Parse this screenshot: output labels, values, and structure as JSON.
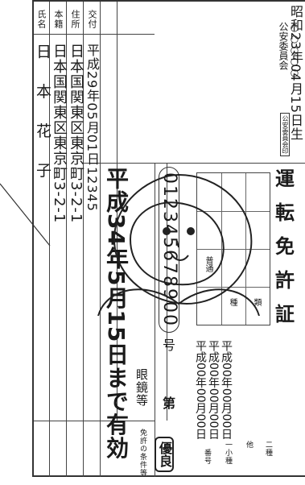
{
  "colors": {
    "ink": "#1a1a1a",
    "line": "#444444",
    "paper": "#ffffff"
  },
  "icons": {
    "portrait": "cartoon-person-portrait",
    "seal": "public-safety-commission-seal"
  },
  "headers": {
    "name": "氏名",
    "domicile": "本籍",
    "address": "住所",
    "issued": "交付",
    "conditions": "免許の条件等",
    "number_no": "番号",
    "number_suffix": "号"
  },
  "license": {
    "name": "日 本 花 子",
    "birth": "昭和23年04月15日生",
    "domicile": "日本国関東区東京町3-2-1",
    "address": "日本国関東区東京町3-2-1",
    "issue_date": "平成29年05月01日",
    "issue_number": "12345",
    "expiry": "平成34年5月15日まで有効",
    "conditions": "眼鏡等",
    "excellent_badge": "優良",
    "license_number": "012345678900",
    "title": [
      "運",
      "転",
      "免",
      "許",
      "証"
    ],
    "issuer": [
      "○○○○○",
      "公安委員会"
    ],
    "seal_text": "公安委員会印",
    "dates": [
      "平成00年00月00日",
      "平成00年00月00日",
      "平成00年00月00日"
    ],
    "dai": "第",
    "categories_left": [
      "一小種",
      "他",
      "二種"
    ],
    "grid_labels": [
      "普通",
      "種",
      "類"
    ]
  }
}
